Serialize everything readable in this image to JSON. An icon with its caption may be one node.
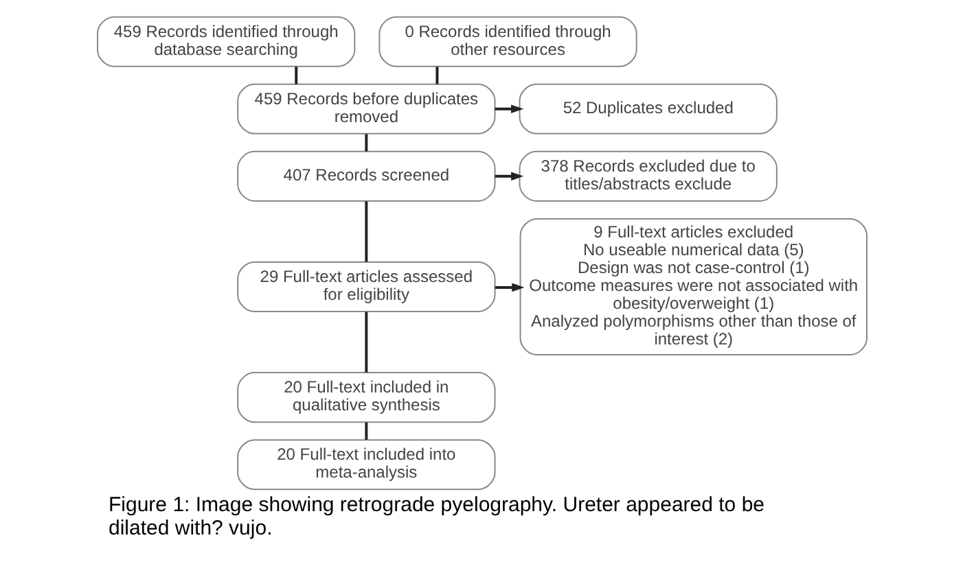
{
  "diagram": {
    "caption": "Figure 1: Image showing retrograde pyelography. Ureter appeared to be dilated with? vujo.",
    "nodes": [
      {
        "text": [
          "459 Records identified through database searching"
        ]
      },
      {
        "text": [
          "0 Records identified through other resources"
        ]
      },
      {
        "text": [
          "459 Records before duplicates removed"
        ]
      },
      {
        "text": [
          "52 Duplicates excluded"
        ]
      },
      {
        "text": [
          "407 Records screened"
        ]
      },
      {
        "text": [
          "378 Records excluded due to titles/abstracts exclude"
        ]
      },
      {
        "text": [
          "29 Full-text articles assessed for eligibility"
        ]
      },
      {
        "text": [
          "9 Full-text articles excluded",
          "No useable numerical data (5)",
          "Design was not case-control (1)",
          "Outcome measures were not associated with obesity/overweight (1)",
          "Analyzed polymorphisms other than those of interest (2)"
        ]
      },
      {
        "text": [
          "20 Full-text included in qualitative synthesis"
        ]
      },
      {
        "text": [
          "20 Full-text included into meta-analysis"
        ]
      }
    ],
    "edges": [
      {
        "from": 0,
        "to": 2,
        "arrow": "none"
      },
      {
        "from": 1,
        "to": 2,
        "arrow": "none"
      },
      {
        "from": 2,
        "to": 3,
        "arrow": "to"
      },
      {
        "from": 2,
        "to": 4,
        "arrow": "none"
      },
      {
        "from": 4,
        "to": 5,
        "arrow": "to"
      },
      {
        "from": 4,
        "to": 6,
        "arrow": "none"
      },
      {
        "from": 6,
        "to": 7,
        "arrow": "to"
      },
      {
        "from": 6,
        "to": 8,
        "arrow": "none"
      },
      {
        "from": 8,
        "to": 9,
        "arrow": "none"
      }
    ]
  }
}
